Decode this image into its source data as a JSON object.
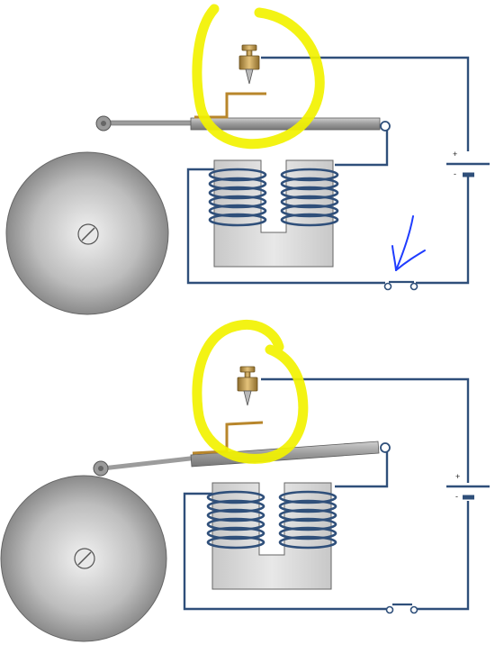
{
  "colors": {
    "wire": "#2f4f7a",
    "highlight": "#f2f200",
    "pen_blue": "#1f3cff",
    "contact_arm": "#b8862b",
    "screw_brass": "#c7a258",
    "core_gray": "#d6d6d6",
    "bell_dark": "#7b7b7b",
    "bell_light": "#eeeeee"
  },
  "panels": [
    {
      "state": "contact closed",
      "battery": {
        "plus_label": "+",
        "minus_label": "-"
      },
      "annotations": [
        "yellow-circle-highlight",
        "blue-arrow"
      ]
    },
    {
      "state": "contact open",
      "battery": {
        "plus_label": "+",
        "minus_label": "-"
      },
      "annotations": [
        "yellow-circle-highlight"
      ]
    }
  ]
}
